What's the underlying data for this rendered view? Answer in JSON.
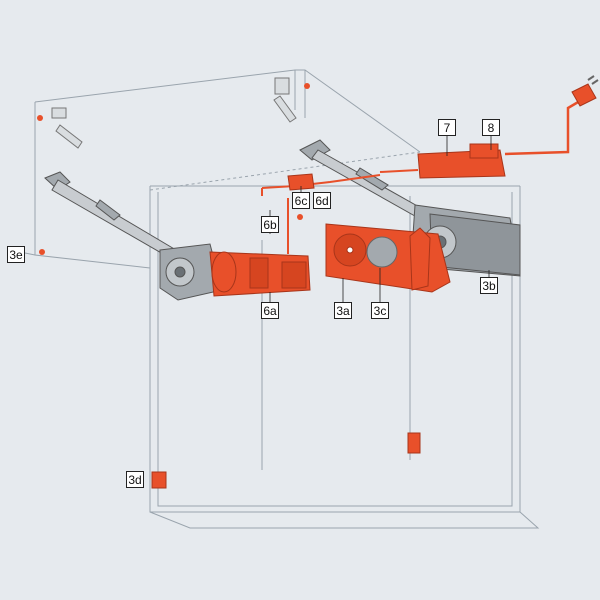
{
  "colors": {
    "background": "#e6eaee",
    "orange": "#e8502a",
    "outline": "#9aa4ad",
    "hardware_grey": "#a3a9ae"
  },
  "callouts": {
    "c7": "7",
    "c8": "8",
    "c6b": "6b",
    "c6c": "6c",
    "c6d": "6d",
    "c3e": "3e",
    "c3b": "3b",
    "c6a": "6a",
    "c3a": "3a",
    "c3c": "3c",
    "c3d": "3d"
  }
}
